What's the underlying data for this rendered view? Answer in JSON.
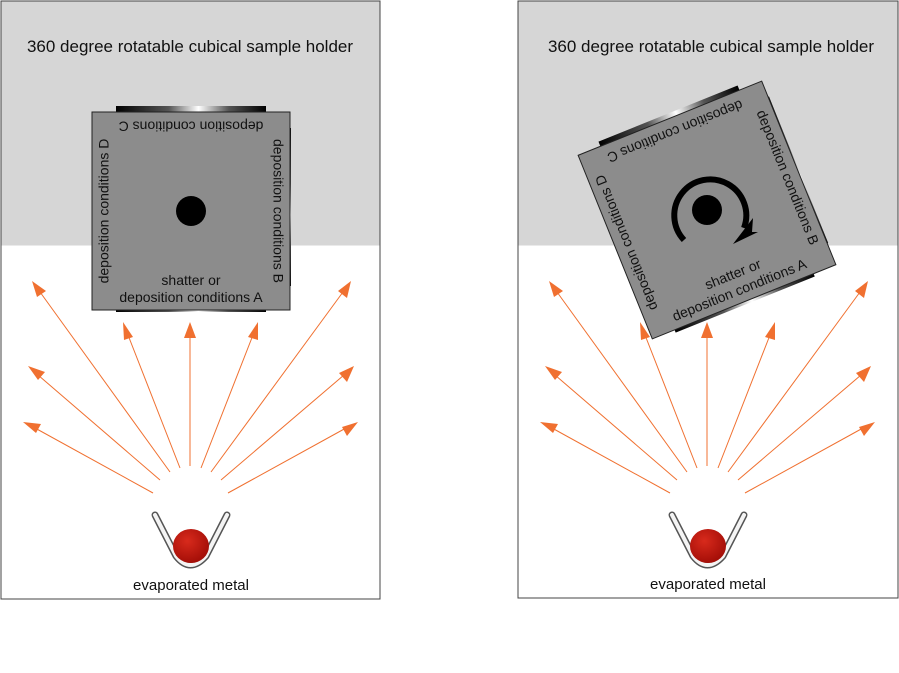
{
  "panels": [
    {
      "title": "360 degree rotatable cubical sample holder",
      "face_top": "deposition conditions C",
      "face_right": "deposition conditions B",
      "face_left": "deposition conditions D",
      "face_bottom_line1": "shatter or",
      "face_bottom_line2": "deposition conditions A",
      "source_label": "evaporated metal"
    },
    {
      "title": "360 degree rotatable cubical sample holder",
      "face_top": "deposition conditions C",
      "face_right": "deposition conditions B",
      "face_left": "deposition conditions D",
      "face_bottom_line1": "shatter or",
      "face_bottom_line2": "deposition conditions A",
      "source_label": "evaporated metal"
    }
  ],
  "colors": {
    "holder_background": "#d6d6d6",
    "cube_fill": "#8c8c8c",
    "arrow": "#f07030",
    "metal": "#c0140c",
    "pivot": "#000000"
  },
  "icons": [
    "rotation-arrow-icon",
    "crucible-icon",
    "pivot-icon"
  ]
}
